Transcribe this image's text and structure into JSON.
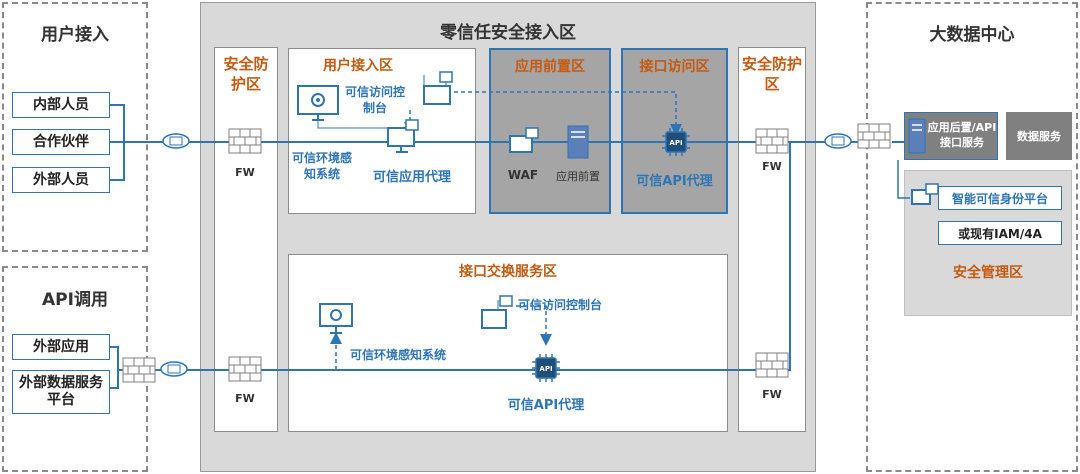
{
  "zones": {
    "user_access": {
      "title": "用户接入",
      "items": [
        "内部人员",
        "合作伙伴",
        "外部人员"
      ]
    },
    "api_call": {
      "title": "API调用",
      "items": [
        "外部应用",
        "外部数据服务平台"
      ]
    },
    "zero_trust": {
      "title": "零信任安全接入区"
    },
    "big_data": {
      "title": "大数据中心"
    }
  },
  "protection_zones": {
    "left": "安全防护区",
    "right": "安全防护区"
  },
  "user_access_zone": {
    "title": "用户接入区",
    "env_system": "可信环境感知系统",
    "access_console": "可信访问控制台",
    "app_proxy": "可信应用代理"
  },
  "app_front_zone": {
    "title": "应用前置区",
    "waf": "WAF",
    "app_front": "应用前置"
  },
  "api_access_zone": {
    "title": "接口访问区",
    "proxy": "可信API代理",
    "chip": "API"
  },
  "exchange_zone": {
    "title": "接口交换服务区",
    "console": "可信访问控制台",
    "env_system": "可信环境感知系统",
    "proxy": "可信API代理",
    "chip": "API"
  },
  "firewall_label": "FW",
  "data_center": {
    "backend": "应用后置/API接口服务",
    "data_service": "数据服务",
    "identity_platform": "智能可信身份平台",
    "iam": "或现有IAM/4A",
    "security_zone": "安全管理区"
  },
  "colors": {
    "accent_blue": "#2e75b6",
    "orange": "#c55a11",
    "panel_gray": "#a5a5a5",
    "zone_gray": "#d9d9d9"
  }
}
